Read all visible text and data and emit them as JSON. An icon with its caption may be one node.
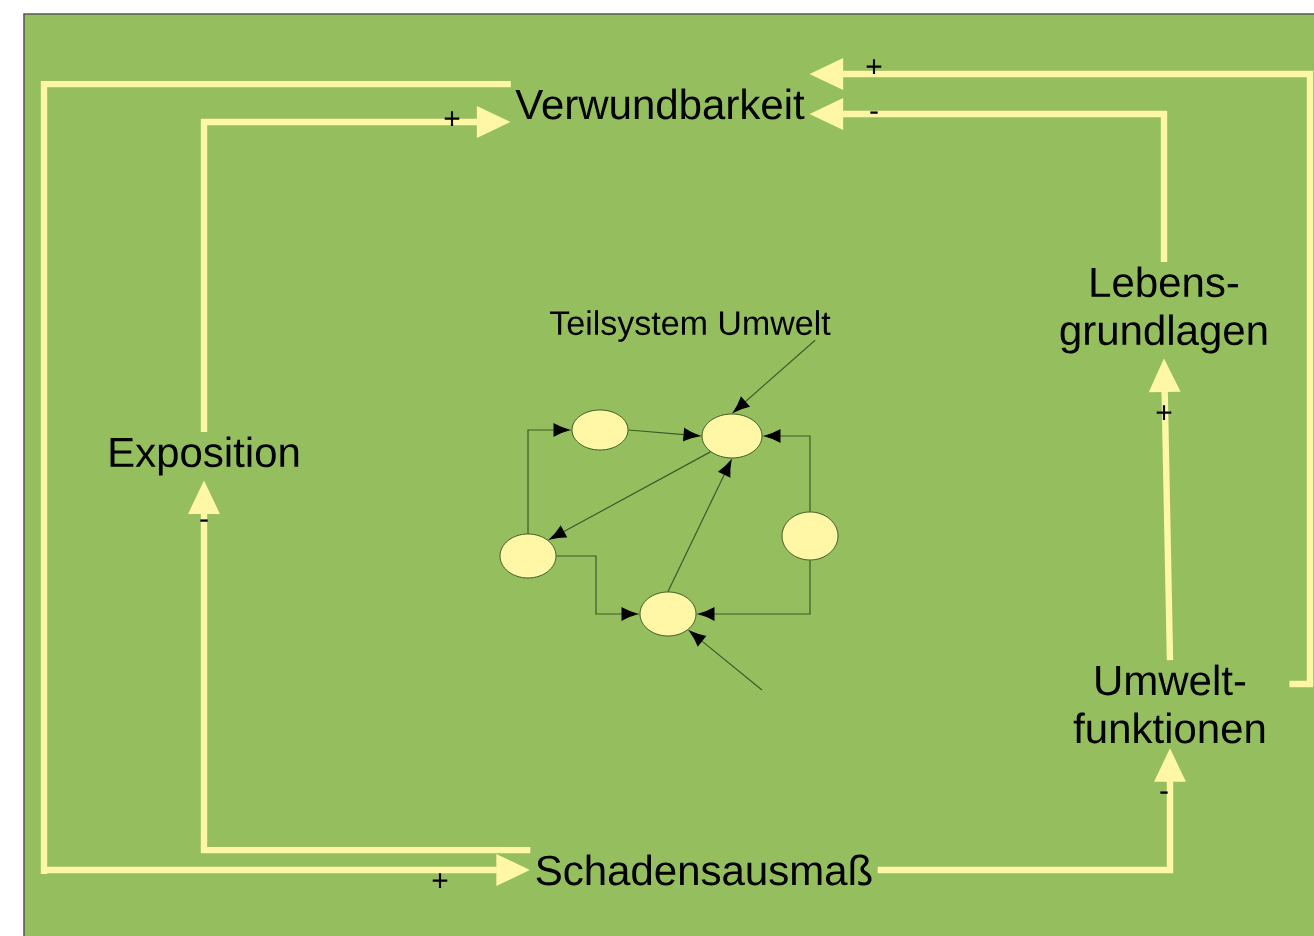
{
  "diagram": {
    "nodes": [
      {
        "text": [
          "Verwundbarkeit"
        ]
      },
      {
        "text": [
          "Lebens- grundlagen"
        ]
      },
      {
        "text": [
          "Teilsystem Umwelt"
        ]
      },
      {
        "text": [],
        "shape": "ellipse"
      },
      {
        "text": [],
        "shape": "ellipse"
      },
      {
        "text": [],
        "shape": "ellipse"
      },
      {
        "text": [],
        "shape": "ellipse"
      },
      {
        "text": [],
        "shape": "ellipse"
      },
      {
        "text": [
          "Exposition"
        ]
      },
      {
        "text": [
          "Umwelt- funktionen"
        ]
      },
      {
        "text": [
          "Schadensausmaß"
        ]
      }
    ],
    "edges": [
      {
        "from": 10,
        "to": 8,
        "arrow": "to",
        "label": "-",
        "style": "thick",
        "color": "#fff6a6"
      },
      {
        "from": 8,
        "to": 0,
        "arrow": "to",
        "label": "+",
        "style": "thick",
        "color": "#fff6a6"
      },
      {
        "from": 0,
        "to": 10,
        "arrow": "to",
        "label": "+",
        "style": "thick",
        "color": "#fff6a6"
      },
      {
        "from": 1,
        "to": 0,
        "arrow": "to",
        "label": "-",
        "style": "thick",
        "color": "#fff6a6"
      },
      {
        "from": 9,
        "to": 0,
        "arrow": "to",
        "label": "+",
        "style": "thick",
        "color": "#fff6a6"
      },
      {
        "from": 10,
        "to": 9,
        "arrow": "to",
        "label": "-",
        "style": "thick",
        "color": "#fff6a6"
      },
      {
        "from": 9,
        "to": 1,
        "arrow": "to",
        "label": "+",
        "style": "thick",
        "color": "#fff6a6"
      },
      {
        "from": 5,
        "to": 3,
        "arrow": "to"
      },
      {
        "from": 3,
        "to": 4,
        "arrow": "to"
      },
      {
        "from": 2,
        "to": 4,
        "arrow": "to"
      },
      {
        "from": 4,
        "to": 5,
        "arrow": "to"
      },
      {
        "from": 6,
        "to": 4,
        "arrow": "to"
      },
      {
        "from": 7,
        "to": 4,
        "arrow": "to"
      },
      {
        "from": 5,
        "to": 7,
        "arrow": "to"
      },
      {
        "from": 6,
        "to": 7,
        "arrow": "to"
      },
      {
        "from": null,
        "to": 7,
        "arrow": "to"
      }
    ]
  }
}
